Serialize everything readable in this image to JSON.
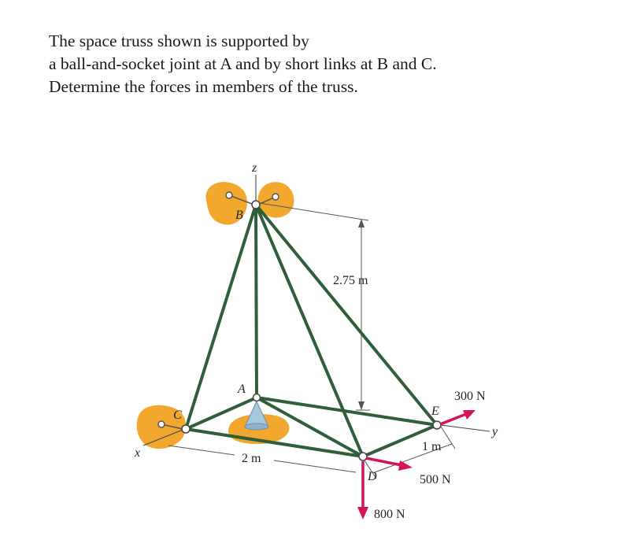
{
  "problem": {
    "line1": "The space truss shown is supported by",
    "line2": "a ball-and-socket joint at A and by short links at B and C.",
    "line3": "Determine the forces in members of the truss."
  },
  "figure": {
    "axes": {
      "z": "z",
      "x": "x",
      "y": "y"
    },
    "joints": {
      "A": "A",
      "B": "B",
      "C": "C",
      "D": "D",
      "E": "E"
    },
    "dimensions": {
      "height": "2.75 m",
      "width_AC": "2 m",
      "width_DE": "1 m"
    },
    "loads": {
      "E_y": "300 N",
      "D_y": "500 N",
      "D_down": "800 N"
    },
    "colors": {
      "member": "#2e5e3a",
      "load_arrow": "#d4145a",
      "support_blob": "#f2a82e",
      "support_cone": "#a7c7de",
      "dimension_line": "#555555"
    }
  }
}
